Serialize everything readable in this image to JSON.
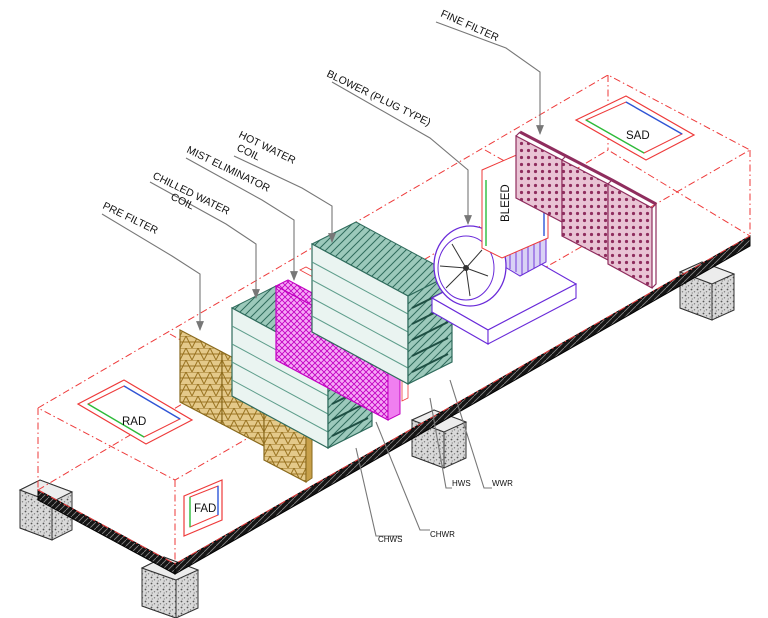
{
  "labels": {
    "fine_filter": "FINE FILTER",
    "blower": "BLOWER (PLUG TYPE)",
    "hot_water_coil_1": "HOT WATER",
    "hot_water_coil_2": "COIL",
    "mist_eliminator": "MIST ELIMINATOR",
    "chilled_water_coil_1": "CHILLED WATER",
    "chilled_water_coil_2": "COIL",
    "pre_filter": "PRE FILTER",
    "sad": "SAD",
    "bleed": "BLEED",
    "rad": "RAD",
    "fad": "FAD",
    "hws": "HWS",
    "wwr": "WWR",
    "chws": "CHWS",
    "chwr": "CHWR"
  },
  "colors": {
    "outline_dashed": "#ee3a3a",
    "pre_filter": "#b38a2e",
    "coil": "#5f9e8c",
    "mist_eliminator": "#e619e6",
    "fine_filter": "#a8396e",
    "blower": "#6a2bd9",
    "base": "#111111"
  }
}
